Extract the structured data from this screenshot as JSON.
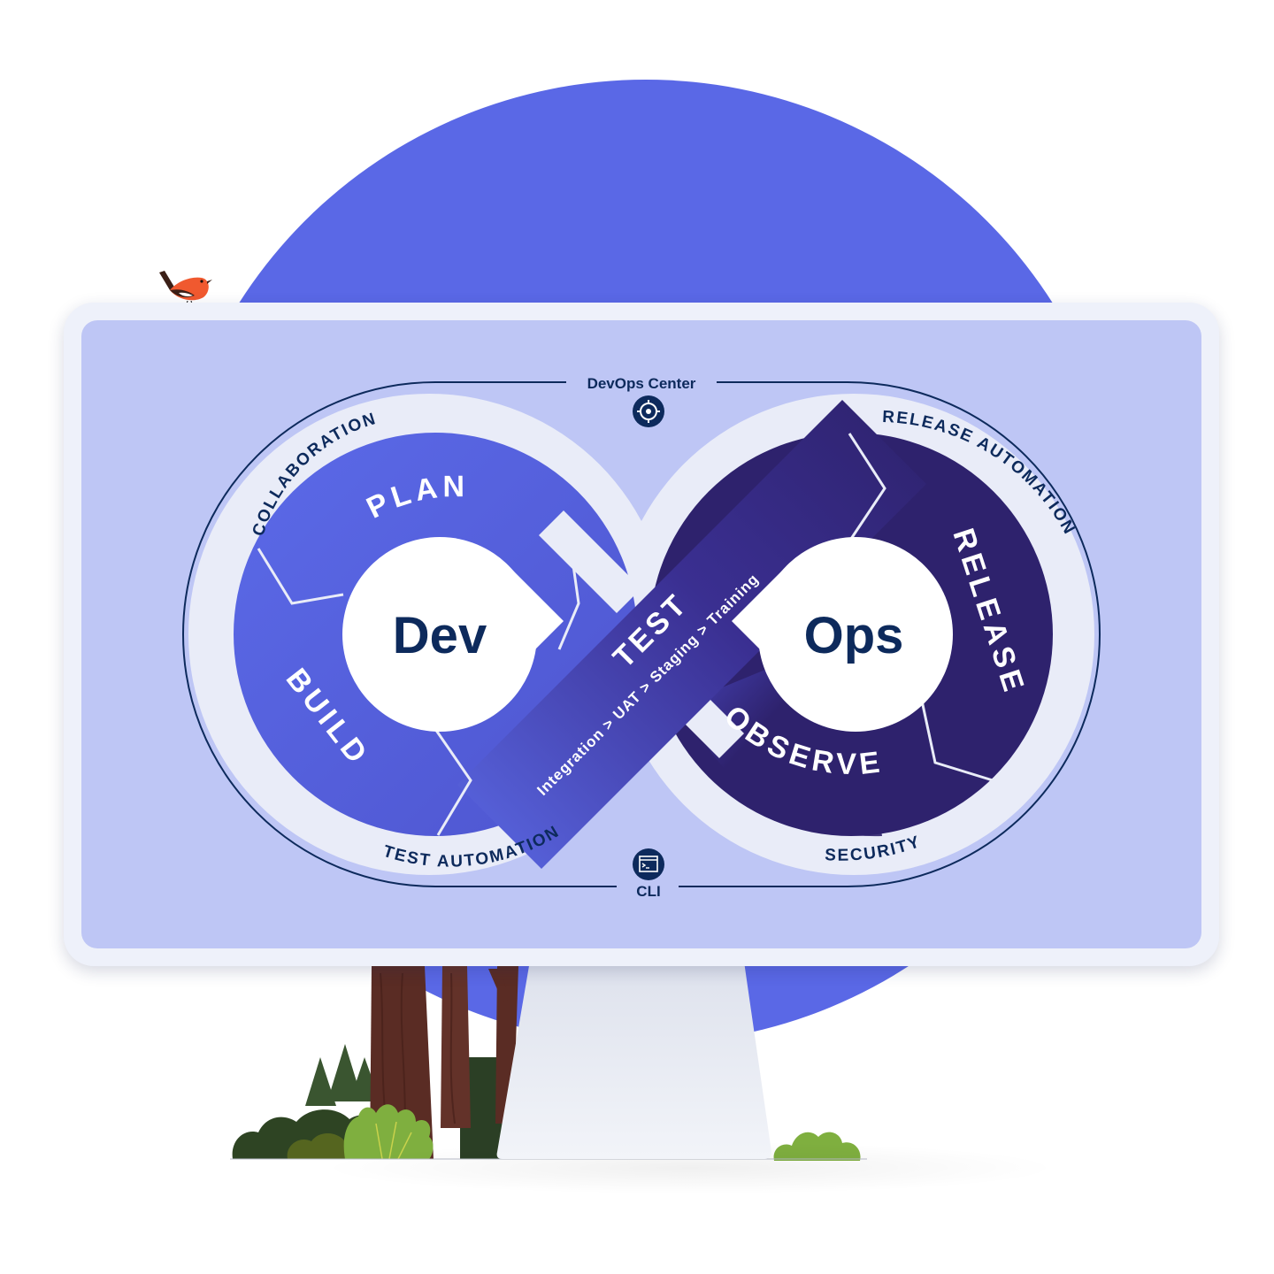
{
  "diagram": {
    "center_dev": "Dev",
    "center_ops": "Ops",
    "top_label": "DevOps Center",
    "bottom_label": "CLI",
    "top_icon": "target-gear-icon",
    "bottom_icon": "terminal-window-icon",
    "stages": {
      "plan": "PLAN",
      "build": "BUILD",
      "test": "TEST",
      "release": "RELEASE",
      "observe": "OBSERVE"
    },
    "test_flow": "Integration  >  UAT  >  Staging  >  Training",
    "outer_labels": {
      "collaboration": "COLLABORATION",
      "test_automation": "TEST AUTOMATION",
      "release_automation": "RELEASE AUTOMATION",
      "security": "SECURITY"
    }
  },
  "colors": {
    "background_circle": "#5A68E6",
    "screen": "#BEC6F5",
    "outer_band": "#E9ECF8",
    "dev_loop": "#5B67E3",
    "ops_loop": "#2E226D",
    "text_dark": "#0D2A5C",
    "monitor_frame": "#EEF1FA"
  },
  "decor": {
    "bird": "robin-bird-illustration",
    "forest": "forest-trees-illustration",
    "bush": "green-bush-illustration"
  }
}
